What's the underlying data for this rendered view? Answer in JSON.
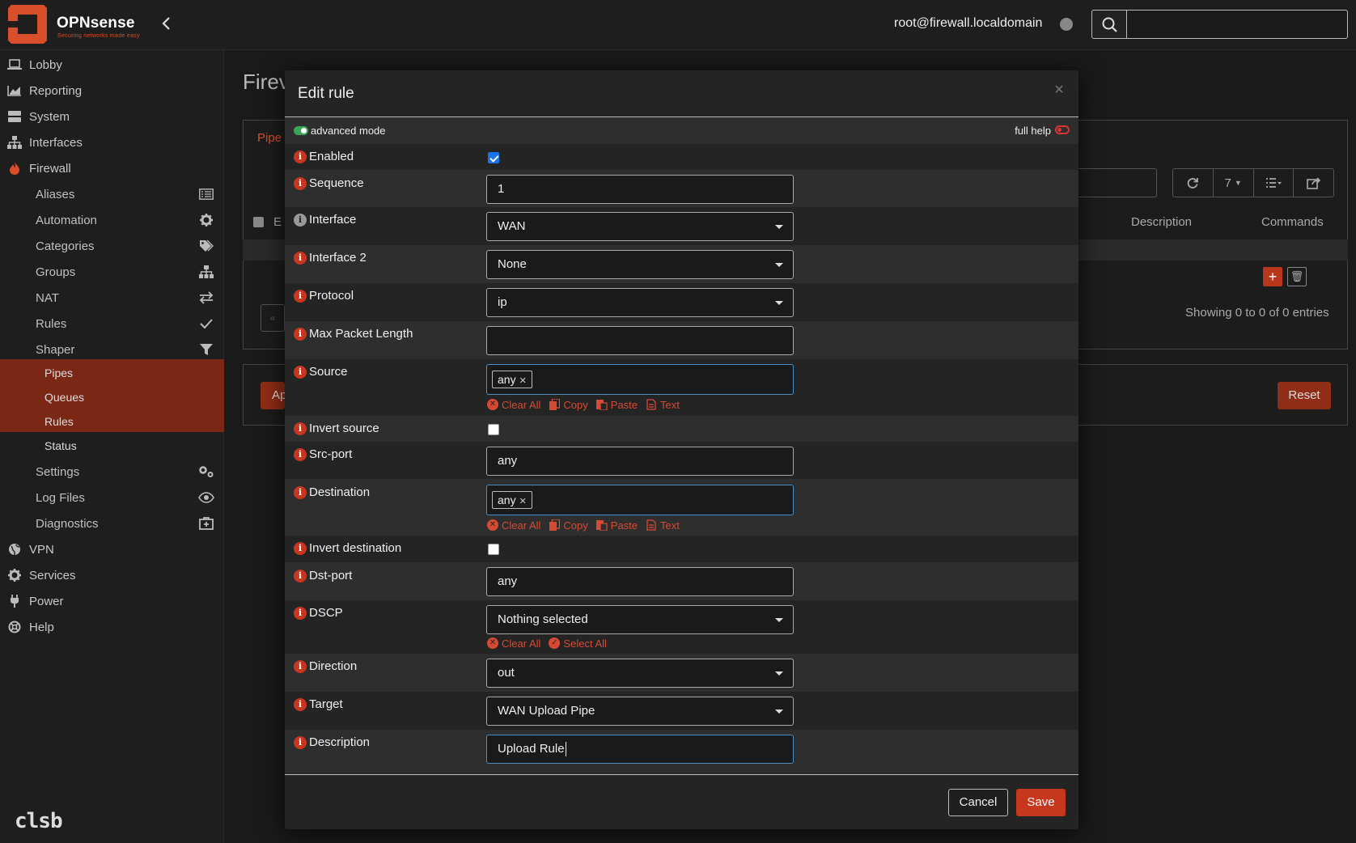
{
  "brand": {
    "name": "OPNsense",
    "tagline": "Securing networks made easy",
    "accent": "#d94f2b"
  },
  "topbar": {
    "user": "root@firewall.localdomain",
    "search_value": ""
  },
  "sidebar": {
    "items": [
      {
        "label": "Lobby",
        "icon": "laptop-icon"
      },
      {
        "label": "Reporting",
        "icon": "chart-icon"
      },
      {
        "label": "System",
        "icon": "server-icon"
      },
      {
        "label": "Interfaces",
        "icon": "sitemap-icon"
      },
      {
        "label": "Firewall",
        "icon": "fire-icon"
      }
    ],
    "firewall_sub": [
      {
        "label": "Aliases",
        "icon": "list-icon"
      },
      {
        "label": "Automation",
        "icon": "gear-icon"
      },
      {
        "label": "Categories",
        "icon": "tags-icon"
      },
      {
        "label": "Groups",
        "icon": "sitemap-icon"
      },
      {
        "label": "NAT",
        "icon": "exchange-icon"
      },
      {
        "label": "Rules",
        "icon": "check-icon"
      },
      {
        "label": "Shaper",
        "icon": "filter-icon"
      }
    ],
    "shaper_sub": [
      "Pipes",
      "Queues",
      "Rules",
      "Status"
    ],
    "firewall_sub2": [
      {
        "label": "Settings",
        "icon": "gears-icon"
      },
      {
        "label": "Log Files",
        "icon": "eye-icon"
      },
      {
        "label": "Diagnostics",
        "icon": "medkit-icon"
      }
    ],
    "items_bottom": [
      {
        "label": "VPN",
        "icon": "globe-icon"
      },
      {
        "label": "Services",
        "icon": "gear-icon"
      },
      {
        "label": "Power",
        "icon": "plug-icon"
      },
      {
        "label": "Help",
        "icon": "lifebuoy-icon"
      }
    ],
    "footer_mark": "clsb"
  },
  "background": {
    "title": "Firev",
    "tab": "Pipe",
    "col_en": "E",
    "col_description": "Description",
    "col_commands": "Commands",
    "page_size": "7",
    "showing": "Showing 0 to 0 of 0 entries",
    "apply": "Ap",
    "reset": "Reset",
    "pager_prev": "«"
  },
  "modal": {
    "title": "Edit rule",
    "advanced_mode": "advanced mode",
    "full_help": "full help",
    "fields": {
      "enabled": {
        "label": "Enabled",
        "checked": true
      },
      "sequence": {
        "label": "Sequence",
        "value": "1"
      },
      "interface": {
        "label": "Interface",
        "value": "WAN"
      },
      "interface2": {
        "label": "Interface 2",
        "value": "None"
      },
      "protocol": {
        "label": "Protocol",
        "value": "ip"
      },
      "max_packet_length": {
        "label": "Max Packet Length",
        "value": ""
      },
      "source": {
        "label": "Source",
        "tag": "any"
      },
      "invert_source": {
        "label": "Invert source",
        "checked": false
      },
      "src_port": {
        "label": "Src-port",
        "value": "any"
      },
      "destination": {
        "label": "Destination",
        "tag": "any"
      },
      "invert_destination": {
        "label": "Invert destination",
        "checked": false
      },
      "dst_port": {
        "label": "Dst-port",
        "value": "any"
      },
      "dscp": {
        "label": "DSCP",
        "value": "Nothing selected"
      },
      "direction": {
        "label": "Direction",
        "value": "out"
      },
      "target": {
        "label": "Target",
        "value": "WAN Upload Pipe"
      },
      "description": {
        "label": "Description",
        "value": "Upload Rule"
      }
    },
    "tools": {
      "clear_all": "Clear All",
      "copy": "Copy",
      "paste": "Paste",
      "text": "Text",
      "select_all": "Select All"
    },
    "buttons": {
      "cancel": "Cancel",
      "save": "Save"
    }
  }
}
